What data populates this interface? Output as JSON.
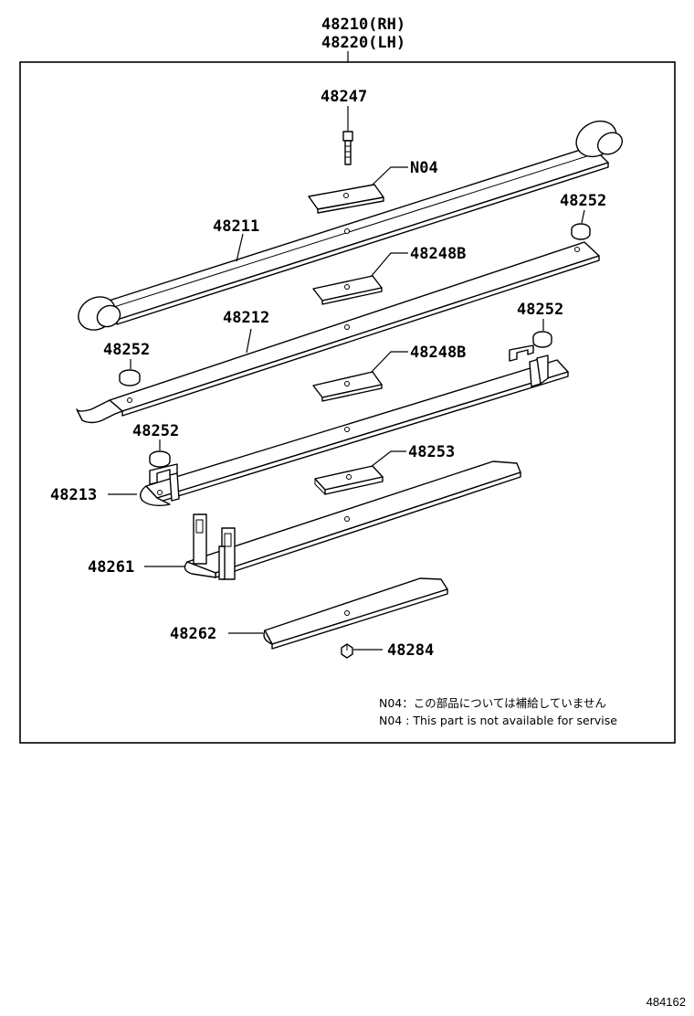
{
  "header": {
    "assy_rh": "48210(RH)",
    "assy_lh": "48220(LH)"
  },
  "parts": {
    "bolt": "48247",
    "insert_n04": "N04",
    "leaf_no1": "48211",
    "cap_top_right": "48252",
    "insert_upper": "48248B",
    "leaf_no2": "48212",
    "cap_right_mid": "48252",
    "cap_left_upper": "48252",
    "insert_lower": "48248B",
    "cap_left_lower": "48252",
    "leaf_no3": "48213",
    "spacer": "48253",
    "leaf_no4": "48261",
    "leaf_no5": "48262",
    "nut": "48284"
  },
  "notes": {
    "jp": "N04：この部品については補給していません",
    "en": "N04 : This part is not available for servise"
  },
  "figure_ref": "484162"
}
